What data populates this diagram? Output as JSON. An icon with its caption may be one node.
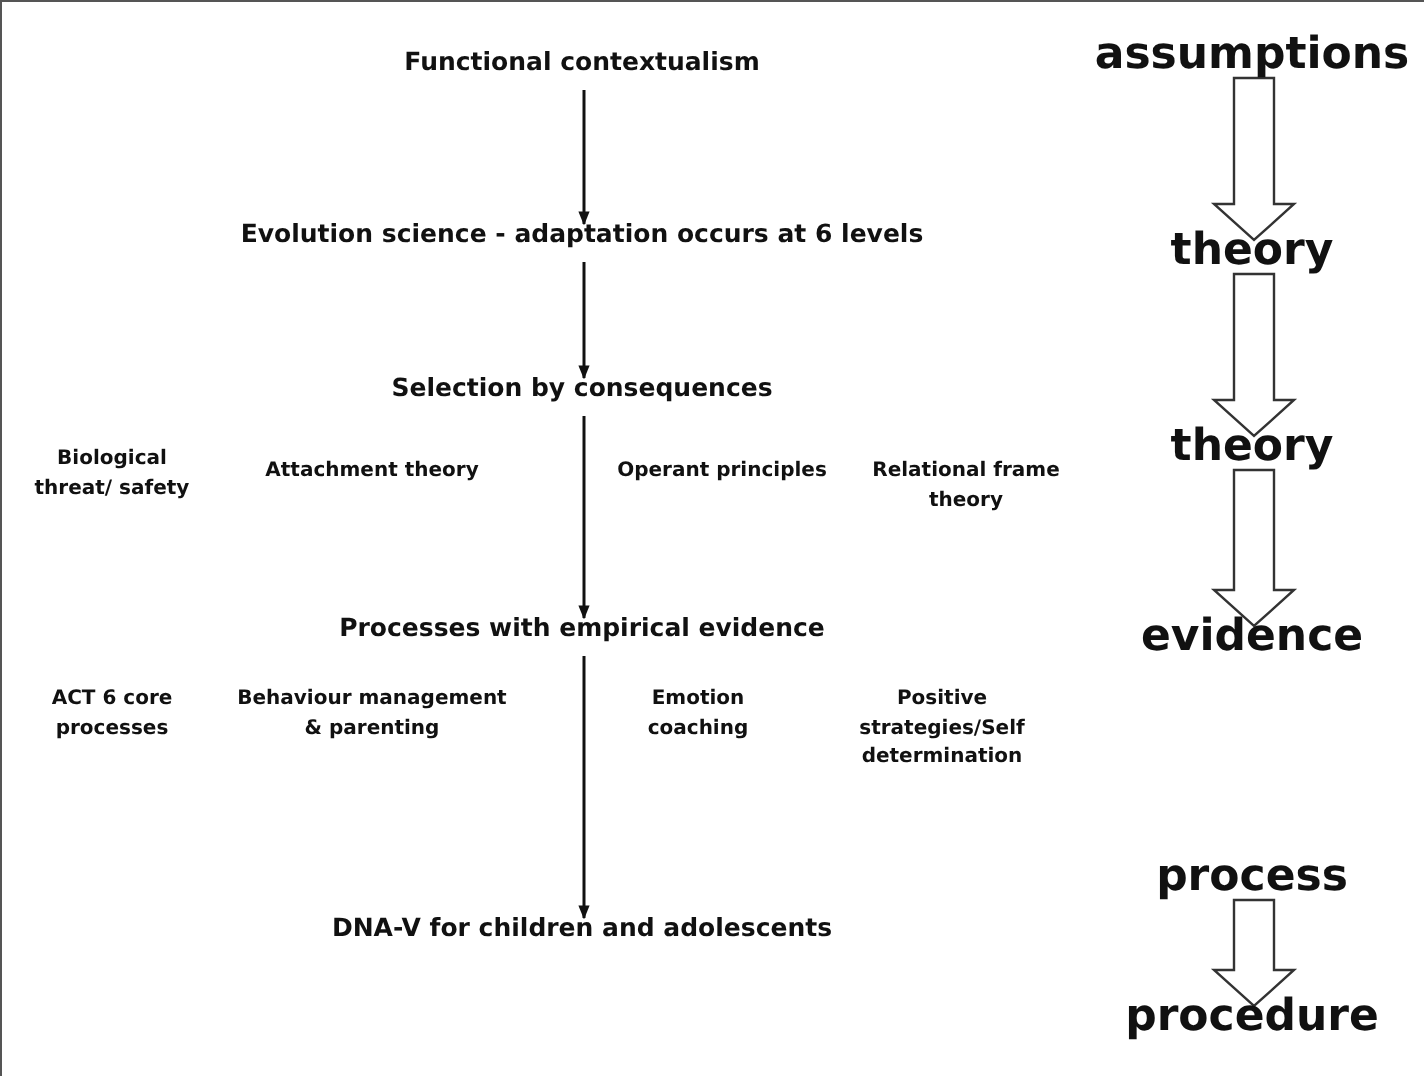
{
  "diagram": {
    "nodes": [
      {
        "text": [
          "Functional contextualism"
        ]
      },
      {
        "text": [
          "Evolution science - adaptation occurs at 6 levels"
        ]
      },
      {
        "text": [
          "Selection by consequences"
        ]
      },
      {
        "text": [
          "Processes with empirical evidence"
        ]
      },
      {
        "text": [
          "DNA-V for children and adolescents"
        ]
      },
      {
        "text": [
          "assumptions"
        ]
      },
      {
        "text": [
          "theory"
        ]
      },
      {
        "text": [
          "theory"
        ]
      },
      {
        "text": [
          "evidence"
        ]
      },
      {
        "text": [
          "process"
        ]
      },
      {
        "text": [
          "procedure"
        ]
      }
    ],
    "edges": [
      {
        "from": 0,
        "to": 1,
        "arrow": "to"
      },
      {
        "from": 1,
        "to": 2,
        "arrow": "to"
      },
      {
        "from": 2,
        "to": 3,
        "arrow": "to"
      },
      {
        "from": 3,
        "to": 4,
        "arrow": "to"
      },
      {
        "from": 5,
        "to": 6,
        "arrow": "to",
        "style": "thick"
      },
      {
        "from": 6,
        "to": 7,
        "arrow": "to",
        "style": "thick"
      },
      {
        "from": 7,
        "to": 8,
        "arrow": "to",
        "style": "thick"
      },
      {
        "from": 9,
        "to": 10,
        "arrow": "to",
        "style": "thick"
      }
    ],
    "labels": [
      "Biological threat/ safety",
      "Attachment theory",
      "Operant principles",
      "Relational frame theory",
      "ACT 6 core processes",
      "Behaviour management & parenting",
      "Emotion coaching",
      "Positive strategies/Self determination"
    ]
  }
}
